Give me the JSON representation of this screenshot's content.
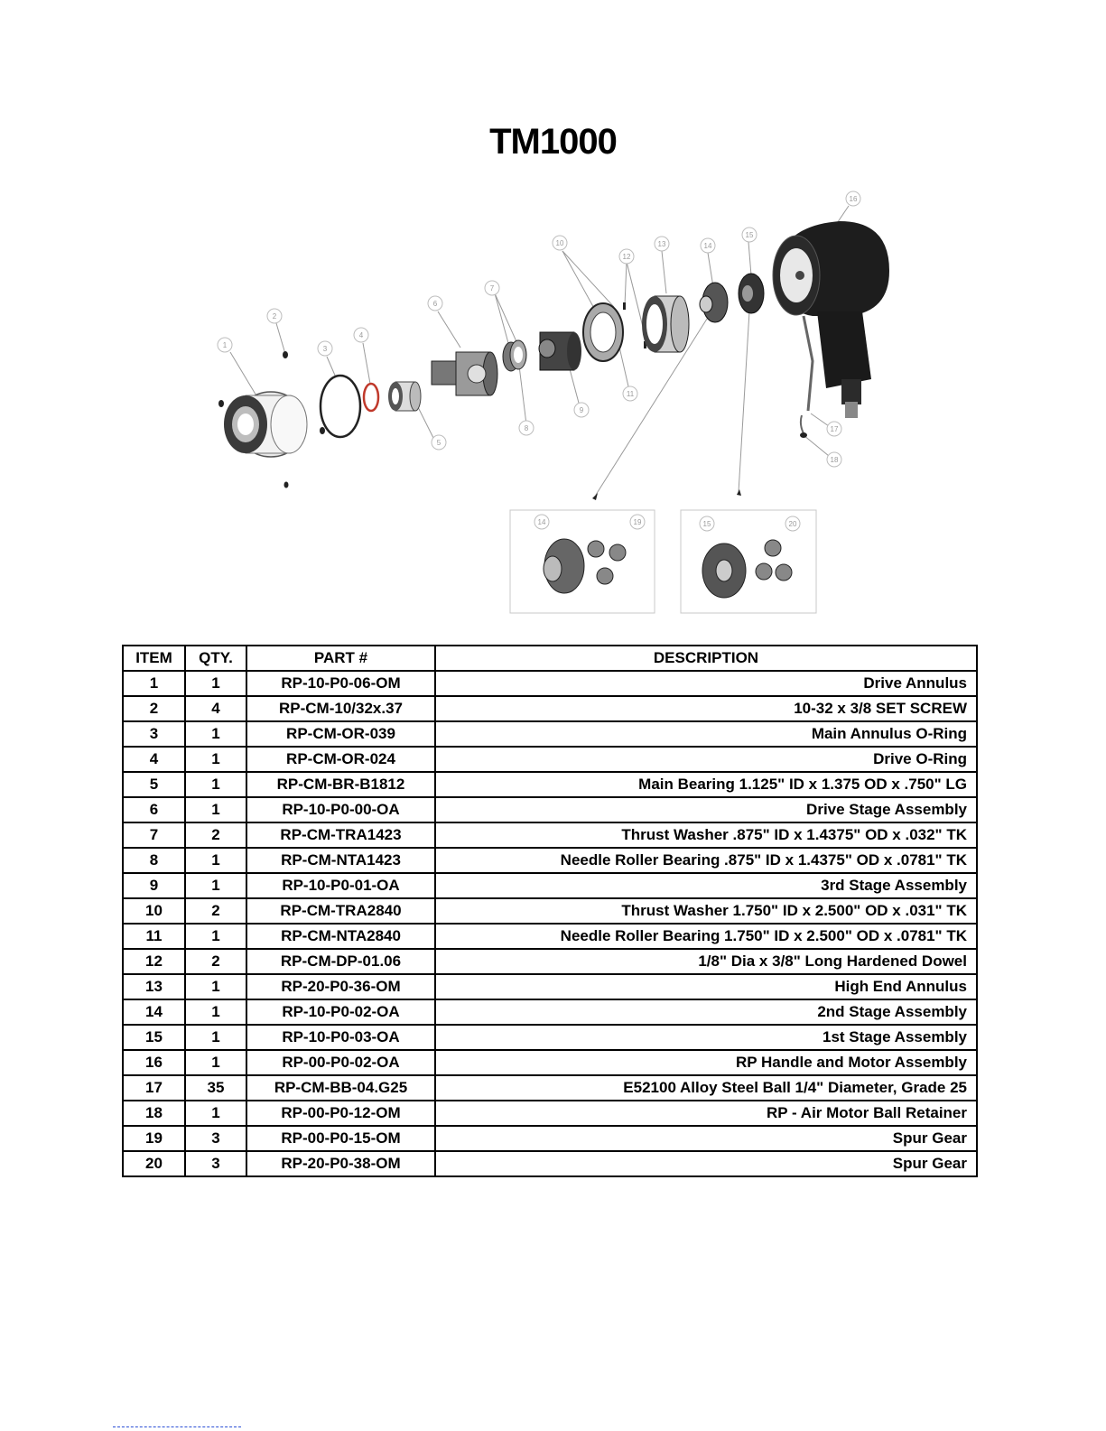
{
  "title": "TM1000",
  "callouts": {
    "c1": "1",
    "c2": "2",
    "c3": "3",
    "c4": "4",
    "c5": "5",
    "c6": "6",
    "c7": "7",
    "c8": "8",
    "c9": "9",
    "c10": "10",
    "c11": "11",
    "c12": "12",
    "c13": "13",
    "c14": "14",
    "c15": "15",
    "c16": "16",
    "c17": "17",
    "c18": "18",
    "d14": "14",
    "d19": "19",
    "d15": "15",
    "d20": "20"
  },
  "table": {
    "headers": {
      "item": "ITEM",
      "qty": "QTY.",
      "part": "PART #",
      "desc": "DESCRIPTION"
    },
    "rows": [
      {
        "item": "1",
        "qty": "1",
        "part": "RP-10-P0-06-OM",
        "desc": "Drive Annulus"
      },
      {
        "item": "2",
        "qty": "4",
        "part": "RP-CM-10/32x.37",
        "desc": "10-32 x 3/8 SET SCREW"
      },
      {
        "item": "3",
        "qty": "1",
        "part": "RP-CM-OR-039",
        "desc": "Main Annulus O-Ring"
      },
      {
        "item": "4",
        "qty": "1",
        "part": "RP-CM-OR-024",
        "desc": "Drive O-Ring"
      },
      {
        "item": "5",
        "qty": "1",
        "part": "RP-CM-BR-B1812",
        "desc": "Main Bearing 1.125\" ID x 1.375 OD x .750\" LG"
      },
      {
        "item": "6",
        "qty": "1",
        "part": "RP-10-P0-00-OA",
        "desc": "Drive Stage Assembly"
      },
      {
        "item": "7",
        "qty": "2",
        "part": "RP-CM-TRA1423",
        "desc": "Thrust Washer .875\" ID x 1.4375\" OD x .032\" TK"
      },
      {
        "item": "8",
        "qty": "1",
        "part": "RP-CM-NTA1423",
        "desc": "Needle Roller Bearing .875\" ID x 1.4375\" OD x .0781\" TK"
      },
      {
        "item": "9",
        "qty": "1",
        "part": "RP-10-P0-01-OA",
        "desc": "3rd Stage Assembly"
      },
      {
        "item": "10",
        "qty": "2",
        "part": "RP-CM-TRA2840",
        "desc": "Thrust Washer 1.750\" ID x 2.500\" OD x .031\" TK"
      },
      {
        "item": "11",
        "qty": "1",
        "part": "RP-CM-NTA2840",
        "desc": "Needle Roller Bearing  1.750\" ID x 2.500\" OD x .0781\" TK"
      },
      {
        "item": "12",
        "qty": "2",
        "part": "RP-CM-DP-01.06",
        "desc": "1/8\" Dia x 3/8\" Long Hardened Dowel"
      },
      {
        "item": "13",
        "qty": "1",
        "part": "RP-20-P0-36-OM",
        "desc": "High End Annulus"
      },
      {
        "item": "14",
        "qty": "1",
        "part": "RP-10-P0-02-OA",
        "desc": "2nd Stage Assembly"
      },
      {
        "item": "15",
        "qty": "1",
        "part": "RP-10-P0-03-OA",
        "desc": "1st Stage Assembly"
      },
      {
        "item": "16",
        "qty": "1",
        "part": "RP-00-P0-02-OA",
        "desc": "RP Handle and Motor Assembly"
      },
      {
        "item": "17",
        "qty": "35",
        "part": "RP-CM-BB-04.G25",
        "desc": "E52100 Alloy Steel Ball 1/4\" Diameter, Grade 25"
      },
      {
        "item": "18",
        "qty": "1",
        "part": "RP-00-P0-12-OM",
        "desc": "RP - Air Motor Ball Retainer"
      },
      {
        "item": "19",
        "qty": "3",
        "part": "RP-00-P0-15-OM",
        "desc": "Spur Gear"
      },
      {
        "item": "20",
        "qty": "3",
        "part": "RP-20-P0-38-OM",
        "desc": "Spur Gear"
      }
    ]
  }
}
